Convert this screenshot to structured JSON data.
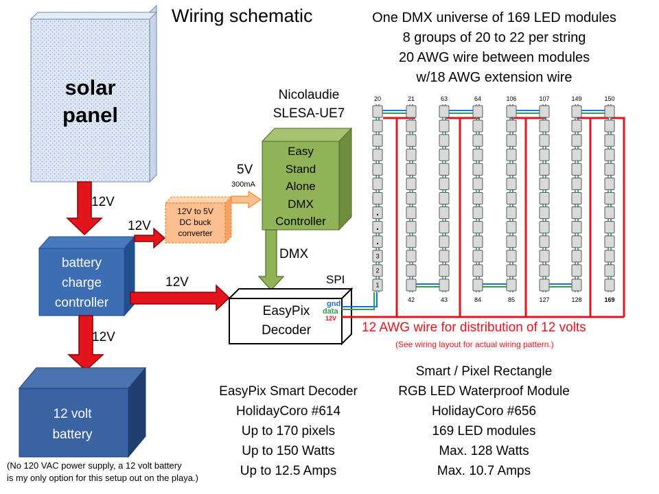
{
  "title": "Wiring schematic",
  "dmx_info": [
    "One DMX universe of 169 LED modules",
    "8 groups of 20 to 22 per string",
    "20 AWG wire between modules",
    "w/18 AWG extension wire"
  ],
  "solar_panel": {
    "line1": "solar",
    "line2": "panel"
  },
  "charge_controller": {
    "line1": "battery",
    "line2": "charge",
    "line3": "controller"
  },
  "battery": {
    "line1": "12 volt",
    "line2": "battery"
  },
  "buck_converter": {
    "line1": "12V to 5V",
    "line2": "DC buck",
    "line3": "converter"
  },
  "controller_model": {
    "line1": "Nicolaudie",
    "line2": "SLESA-UE7"
  },
  "controller": {
    "line1": "Easy",
    "line2": "Stand",
    "line3": "Alone",
    "line4": "DMX",
    "line5": "Controller"
  },
  "decoder": {
    "line1": "EasyPix",
    "line2": "Decoder"
  },
  "labels": {
    "v12_panel": "12V",
    "v12_buck": "12V",
    "v12_decoder": "12V",
    "v12_battery": "12V",
    "v5": "5V",
    "ma300": "300mA",
    "dmx": "DMX",
    "spi": "SPI",
    "gnd": "gnd",
    "data": "data",
    "v12_small": "12V"
  },
  "wire_note": "12 AWG wire for distribution of 12 volts",
  "wire_subnote": "(See wiring layout for actual wiring pattern.)",
  "module_top_labels": [
    "20",
    "21",
    "63",
    "64",
    "106",
    "107",
    "149",
    "150"
  ],
  "module_bottom_labels": [
    "42",
    "43",
    "84",
    "85",
    "127",
    "128",
    "169"
  ],
  "column_first_markers": [
    "1",
    "2",
    "3"
  ],
  "column_first_dots": [
    ".",
    ".",
    "."
  ],
  "decoder_specs": [
    "EasyPix Smart Decoder",
    "HolidayCoro #614",
    "Up to 170 pixels",
    "Up to 150 Watts",
    "Up to 12.5 Amps"
  ],
  "module_specs": [
    "Smart / Pixel Rectangle",
    "RGB LED Waterproof Module",
    "HolidayCoro #656",
    "169 LED modules",
    "Max. 128 Watts",
    "Max. 10.7 Amps"
  ],
  "footnote": [
    "(No 120 VAC power supply, a 12 volt  battery",
    "is my only option  for this setup out on the playa.)"
  ],
  "colors": {
    "power_wire": "#e3141c",
    "gnd_wire": "#1f6fc2",
    "data_wire": "#2aa14a",
    "panel_blue": "#2b5da8",
    "controller_green": "#8fb356",
    "buck_orange": "#fbbf8f",
    "module_gray": "#d9d9d9"
  }
}
